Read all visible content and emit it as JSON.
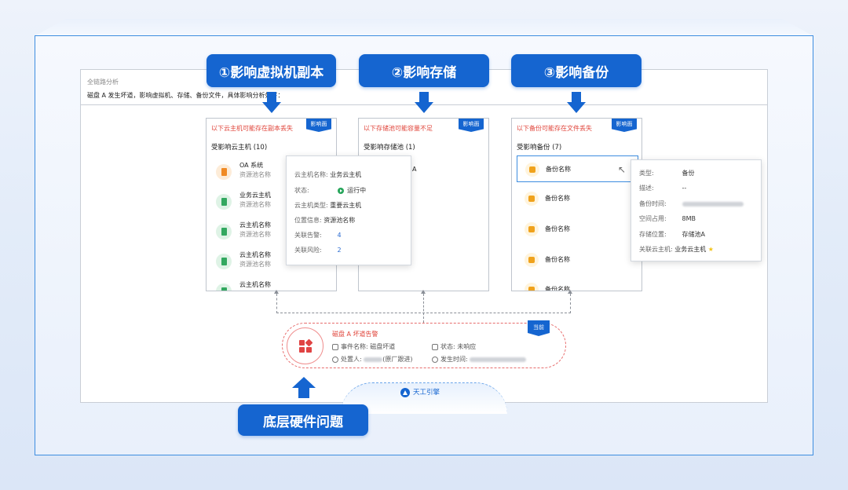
{
  "panel": {
    "title": "全链路分析",
    "description": "磁盘 A 发生坏道，影响虚拟机、存储、备份文件，具体影响分析如下："
  },
  "labels": {
    "step1": "①影响虚拟机副本",
    "step2": "②影响存储",
    "step3": "③影响备份",
    "bottom": "底层硬件问题"
  },
  "vm_card": {
    "warning": "以下云主机可能存在副本丢失",
    "badge": "影响面",
    "heading": "受影响云主机 (10)",
    "items": [
      {
        "name": "OA 系统",
        "pool": "资源池名称",
        "icon": "vm-orange-icon",
        "color": "#f08a24"
      },
      {
        "name": "业务云主机",
        "pool": "资源池名称",
        "icon": "vm-green-icon",
        "color": "#33a860"
      },
      {
        "name": "云主机名称",
        "pool": "资源池名称",
        "icon": "vm-green-icon",
        "color": "#33a860"
      },
      {
        "name": "云主机名称",
        "pool": "资源池名称",
        "icon": "vm-green-icon",
        "color": "#33a860"
      },
      {
        "name": "云主机名称",
        "pool": "",
        "icon": "vm-green-icon",
        "color": "#33a860"
      }
    ]
  },
  "vm_popup": {
    "rows": [
      {
        "key": "云主机名称:",
        "value": "业务云主机"
      },
      {
        "key": "状态:",
        "value": "运行中"
      },
      {
        "key": "云主机类型:",
        "value": "重要云主机"
      },
      {
        "key": "位置信息:",
        "value": "资源池名称"
      },
      {
        "key": "关联告警:",
        "value": "4"
      },
      {
        "key": "关联风险:",
        "value": "2"
      }
    ]
  },
  "storage_card": {
    "warning": "以下存储池可能容量不足",
    "badge": "影响面",
    "heading": "受影响存储池 (1)",
    "partial_item": "A"
  },
  "backup_card": {
    "warning": "以下备份可能存在文件丢失",
    "badge": "影响面",
    "heading": "受影响备份 (7)",
    "items": [
      "备份名称",
      "备份名称",
      "备份名称",
      "备份名称",
      "备份名称"
    ]
  },
  "backup_popup": {
    "rows": [
      {
        "key": "类型:",
        "value": "备份"
      },
      {
        "key": "描述:",
        "value": "--"
      },
      {
        "key": "备份时间:",
        "value": ""
      },
      {
        "key": "空间占用:",
        "value": "8MB"
      },
      {
        "key": "存储位置:",
        "value": "存储池A"
      },
      {
        "key": "关联云主机:",
        "value": "业务云主机"
      }
    ]
  },
  "event": {
    "title": "磁盘 A 坏道告警",
    "badge": "当前",
    "name_label": "事件名称:",
    "name_value": "磁盘坏道",
    "status_label": "状态:",
    "status_value": "未响应",
    "handler_label": "处置人:",
    "handler_suffix": "(原厂跟进)",
    "time_label": "发生时间:"
  },
  "engine": {
    "label": "天工引擎"
  },
  "colors": {
    "brand": "#1565d0",
    "alert": "#e0453b",
    "running": "#26a55a",
    "backup": "#f0a21c"
  }
}
